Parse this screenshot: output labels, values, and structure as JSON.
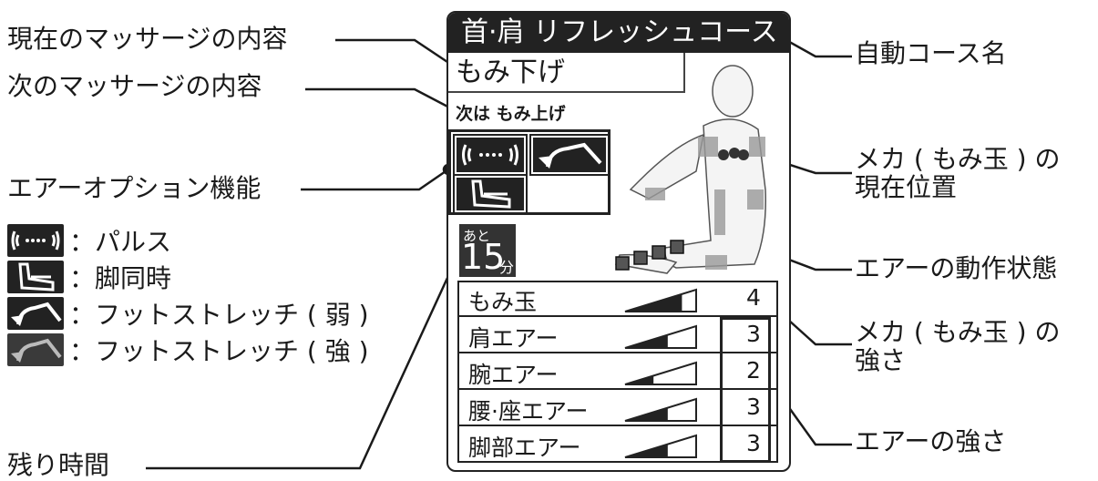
{
  "callouts": {
    "current_content": "現在のマッサージの内容",
    "next_content": "次のマッサージの内容",
    "air_option": "エアーオプション機能",
    "remaining_time": "残り時間",
    "course_name": "自動コース名",
    "mecha_position": "メカ ( もみ玉 ) の\n現在位置",
    "air_status": "エアーの動作状態",
    "mecha_strength": "メカ ( もみ玉 ) の\n強さ",
    "air_strength": "エアーの強さ"
  },
  "legend": [
    {
      "icon": "pulse-icon",
      "label": "：パルス"
    },
    {
      "icon": "leg-icon",
      "label": "：脚同時"
    },
    {
      "icon": "foot-stretch-weak-icon",
      "label": "：フットストレッチ ( 弱 )"
    },
    {
      "icon": "foot-stretch-strong-icon",
      "label": "：フットストレッチ ( 強 )"
    }
  ],
  "display": {
    "course_title": "首·肩 リフレッシュコース",
    "current_massage": "もみ下げ",
    "next_massage": "次は もみ上げ",
    "time_label": "あと",
    "time_value": "15",
    "time_unit": "分",
    "levels": [
      {
        "label": "もみ玉",
        "value": "4",
        "fill": 0.8
      },
      {
        "label": "肩エアー",
        "value": "3",
        "fill": 0.6
      },
      {
        "label": "腕エアー",
        "value": "2",
        "fill": 0.4
      },
      {
        "label": "腰·座エアー",
        "value": "3",
        "fill": 0.6
      },
      {
        "label": "脚部エアー",
        "value": "3",
        "fill": 0.6
      }
    ]
  },
  "colors": {
    "dark": "#222222",
    "panel_bg": "#ffffff",
    "body_gray": "#9a9a9a"
  }
}
